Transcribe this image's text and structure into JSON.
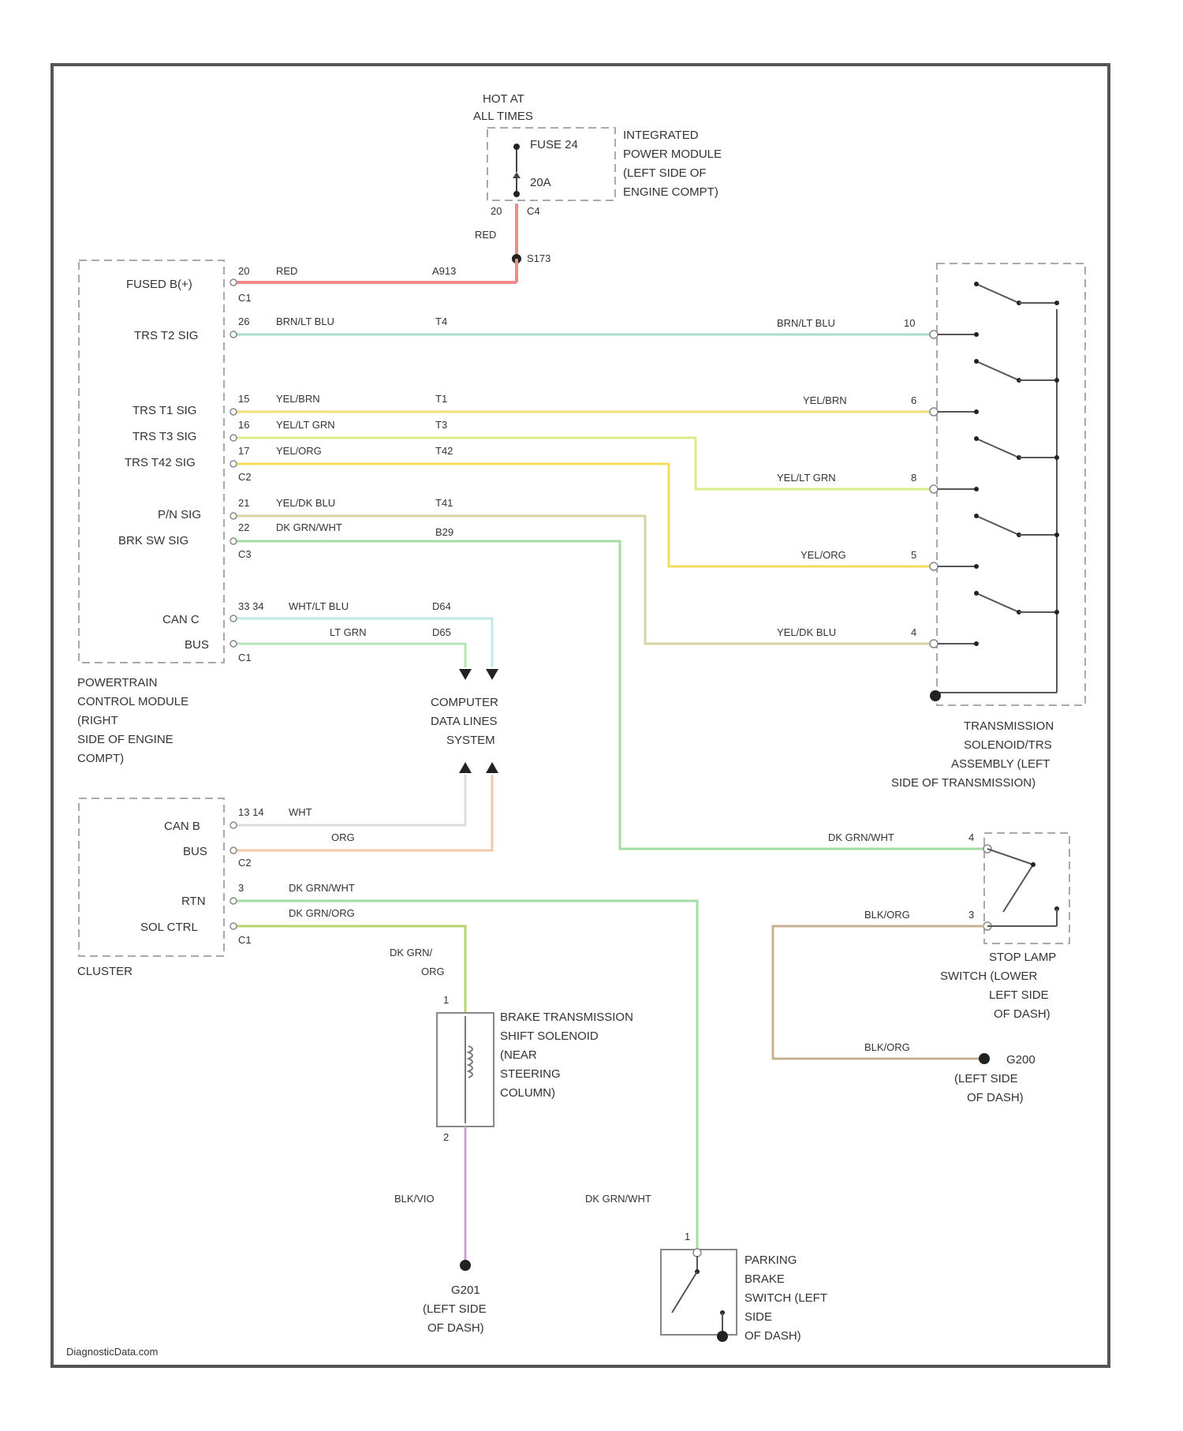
{
  "power": {
    "hot_line1": "HOT AT",
    "hot_line2": "ALL TIMES",
    "fuse": "FUSE 24",
    "amps": "20A",
    "module_lines": [
      "INTEGRATED",
      "POWER MODULE",
      "(LEFT SIDE OF",
      "ENGINE COMPT)"
    ],
    "cav_left": "20",
    "cav_right": "C4",
    "wire": "RED",
    "splice": "S173"
  },
  "pcm": {
    "name_lines": [
      "POWERTRAIN",
      "CONTROL MODULE",
      "(RIGHT",
      "SIDE OF ENGINE",
      "COMPT)"
    ],
    "pins": {
      "fused_b": "FUSED B(+)",
      "trs_t2": "TRS T2 SIG",
      "trs_t1": "TRS T1 SIG",
      "trs_t3": "TRS T3 SIG",
      "trs_t42": "TRS T42 SIG",
      "pn": "P/N SIG",
      "brk": "BRK SW SIG",
      "can_c": "CAN C",
      "bus": "BUS"
    },
    "connectors": {
      "c1a": "C1",
      "c2": "C2",
      "c3": "C3",
      "c1b": "C1"
    },
    "fused_cav": "20",
    "fused_color": "RED",
    "fused_circuit": "A913",
    "t2_cav": "26",
    "t2_color": "BRN/LT BLU",
    "t2_circuit": "T4",
    "t1_cav": "15",
    "t1_color": "YEL/BRN",
    "t1_circuit": "T1",
    "t3_cav": "16",
    "t3_color": "YEL/LT GRN",
    "t3_circuit": "T3",
    "t42_cav": "17",
    "t42_color": "YEL/ORG",
    "t42_circuit": "T42",
    "pn_cav": "21",
    "pn_color": "YEL/DK BLU",
    "pn_circuit": "T41",
    "brk_cav": "22",
    "brk_color": "DK GRN/WHT",
    "brk_circuit": "B29",
    "canc_cav": "33 34",
    "canc_color_a": "WHT/LT BLU",
    "canc_circuit_a": "D64",
    "canc_color_b": "LT GRN",
    "canc_circuit_b": "D65"
  },
  "data_lines": {
    "lines": [
      "COMPUTER",
      "DATA LINES",
      "SYSTEM"
    ]
  },
  "trs": {
    "name_lines": [
      "TRANSMISSION",
      "SOLENOID/TRS",
      "ASSEMBLY (LEFT",
      "SIDE OF TRANSMISSION)"
    ],
    "w1_color": "BRN/LT BLU",
    "w1_pin": "10",
    "w2_color": "YEL/BRN",
    "w2_pin": "6",
    "w3_color": "YEL/LT GRN",
    "w3_pin": "8",
    "w4_color": "YEL/ORG",
    "w4_pin": "5",
    "w5_color": "YEL/DK BLU",
    "w5_pin": "4"
  },
  "cluster": {
    "name": "CLUSTER",
    "pins": {
      "can_b": "CAN B",
      "bus": "BUS",
      "rtn": "RTN",
      "sol_ctrl": "SOL CTRL"
    },
    "connectors": {
      "c2a": "C2",
      "c2b": "C1"
    },
    "canb_cav": "13 14",
    "canb_color_a": "WHT",
    "canb_color_b": "ORG",
    "rtn_cav": "3",
    "rtn_color": "DK GRN/WHT",
    "sol_color": "DK GRN/ORG"
  },
  "stop_lamp": {
    "name_lines": [
      "STOP LAMP",
      "SWITCH (LOWER",
      "LEFT SIDE",
      "OF DASH)"
    ],
    "in_color": "DK GRN/WHT",
    "in_pin": "4",
    "out_color": "BLK/ORG",
    "out_pin": "3",
    "ground_color": "BLK/ORG",
    "ground_id": "G200",
    "ground_lines": [
      "(LEFT SIDE",
      "OF DASH)"
    ]
  },
  "solenoid": {
    "name_lines": [
      "BRAKE TRANSMISSION",
      "SHIFT SOLENOID",
      "(NEAR",
      "STEERING",
      "COLUMN)"
    ],
    "in_color_a": "DK GRN/",
    "in_color_b": "ORG",
    "pin1": "1",
    "pin2": "2",
    "out_color": "BLK/VIO",
    "ground_id": "G201",
    "ground_lines": [
      "(LEFT SIDE",
      "OF DASH)"
    ]
  },
  "parking_brake": {
    "wire_color": "DK GRN/WHT",
    "pin": "1",
    "name_lines": [
      "PARKING",
      "BRAKE",
      "SWITCH (LEFT",
      "SIDE",
      "OF DASH)"
    ]
  },
  "footer": "DiagnosticData.com",
  "colors": {
    "red": "#f08a8a",
    "ltblu_brn": "#a8dcc8",
    "yel_brn": "#f2dc78",
    "yel_ltgrn": "#d8ec8a",
    "yel_org": "#f6dc5a",
    "yel_dkblu": "#d6d4a0",
    "dkgrn_wht": "#a2dca2",
    "can_c1": "#bfe8ee",
    "can_c2": "#b6e6b6",
    "can_b1": "#dcdcdc",
    "can_b2": "#f2c8a8",
    "dkgrn_org": "#b6d66e",
    "blk_org": "#c8b092",
    "blk_vio": "#c8a6cc"
  }
}
